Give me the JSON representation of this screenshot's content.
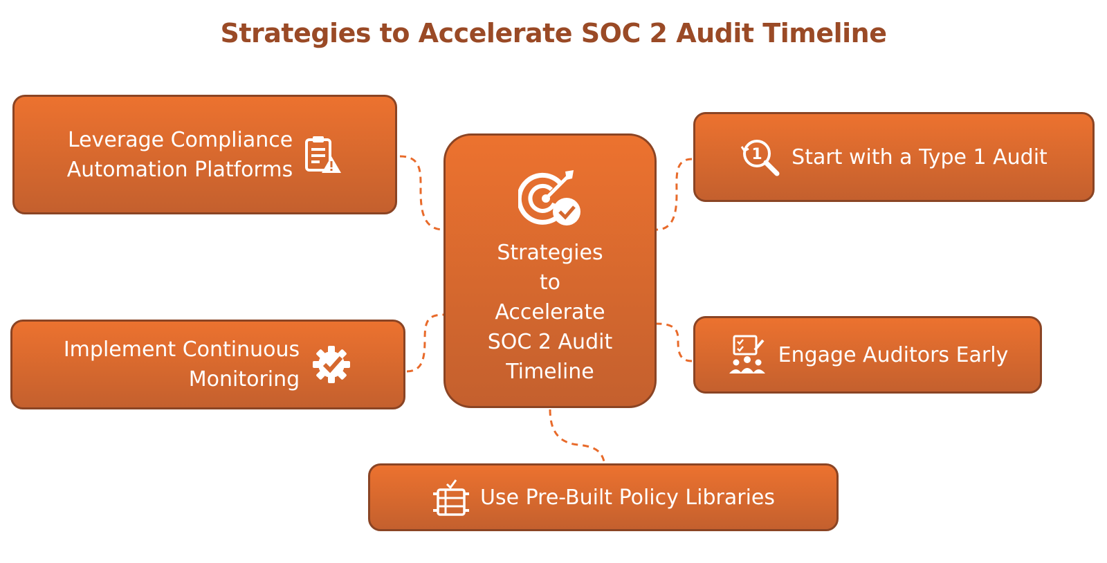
{
  "title": "Strategies to Accelerate SOC 2 Audit Timeline",
  "center": {
    "label": "Strategies\nto\nAccelerate\nSOC 2 Audit\nTimeline",
    "icon": "target-check-icon"
  },
  "strategies": [
    {
      "id": "leverage",
      "label": "Leverage Compliance\nAutomation Platforms",
      "icon": "clipboard-warning-icon"
    },
    {
      "id": "type1",
      "label": "Start with a Type 1 Audit",
      "icon": "type1-search-icon"
    },
    {
      "id": "monitor",
      "label": "Implement Continuous\nMonitoring",
      "icon": "gear-check-icon"
    },
    {
      "id": "engage",
      "label": "Engage Auditors Early",
      "icon": "auditor-team-icon"
    },
    {
      "id": "policy",
      "label": "Use Pre-Built Policy Libraries",
      "icon": "policy-library-icon"
    }
  ],
  "colors": {
    "box_top": "#ec722f",
    "box_bottom": "#c4602e",
    "border": "#8a4424",
    "title": "#9a4a26",
    "connector": "#e86a2a"
  }
}
